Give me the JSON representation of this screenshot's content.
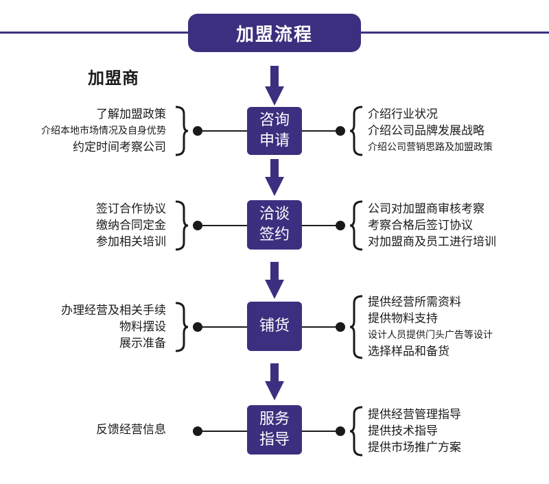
{
  "header": {
    "title": "加盟流程"
  },
  "franchisee_label": "加盟商",
  "steps": [
    {
      "box": "咨询\n申请",
      "left": [
        "了解加盟政策",
        "介绍本地市场情况及自身优势",
        "约定时间考察公司"
      ],
      "right": [
        "介绍行业状况",
        "介绍公司品牌发展战略",
        "介绍公司营销思路及加盟政策"
      ]
    },
    {
      "box": "洽谈\n签约",
      "left": [
        "签订合作协议",
        "缴纳合同定金",
        "参加相关培训"
      ],
      "right": [
        "公司对加盟商审核考察",
        "考察合格后签订协议",
        "对加盟商及员工进行培训"
      ]
    },
    {
      "box": "铺货",
      "left": [
        "办理经营及相关手续",
        "物料摆设",
        "展示准备"
      ],
      "right": [
        "提供经营所需资料",
        "提供物料支持",
        "设计人员提供门头广告等设计",
        "选择样品和备货"
      ]
    },
    {
      "box": "服务\n指导",
      "left": [
        "反馈经营信息"
      ],
      "right": [
        "提供经营管理指导",
        "提供技术指导",
        "提供市场推广方案"
      ]
    }
  ],
  "colors": {
    "accent": "#3d2f7f",
    "line": "#1a1a1a",
    "box_text": "#ffffff"
  }
}
